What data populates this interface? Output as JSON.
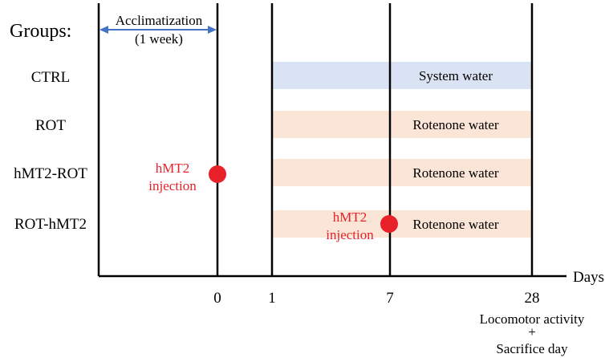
{
  "groups_header": "Groups:",
  "acclimatization": {
    "line1": "Acclimatization",
    "line2": "(1 week)"
  },
  "groups": [
    {
      "name": "CTRL",
      "treatment": "System water",
      "color": "#dae3f3"
    },
    {
      "name": "ROT",
      "treatment": "Rotenone water",
      "color": "#fbe5d6"
    },
    {
      "name": "hMT2-ROT",
      "treatment": "Rotenone water",
      "color": "#fbe5d6"
    },
    {
      "name": "ROT-hMT2",
      "treatment": "Rotenone water",
      "color": "#fbe5d6"
    }
  ],
  "injections": [
    {
      "group": "hMT2-ROT",
      "day": "0",
      "label_line1": "hMT2",
      "label_line2": "injection"
    },
    {
      "group": "ROT-hMT2",
      "day": "7",
      "label_line1": "hMT2",
      "label_line2": "injection"
    }
  ],
  "axis": {
    "label": "Days",
    "ticks": [
      "0",
      "1",
      "7",
      "28"
    ]
  },
  "final_day_note": {
    "line1": "Locomotor activity",
    "line2": "+",
    "line3": "Sacrifice day"
  },
  "colors": {
    "injection_dot": "#e8202a",
    "injection_text": "#e8202a",
    "acclimatization_arrow": "#4472c4",
    "line": "#000000"
  }
}
